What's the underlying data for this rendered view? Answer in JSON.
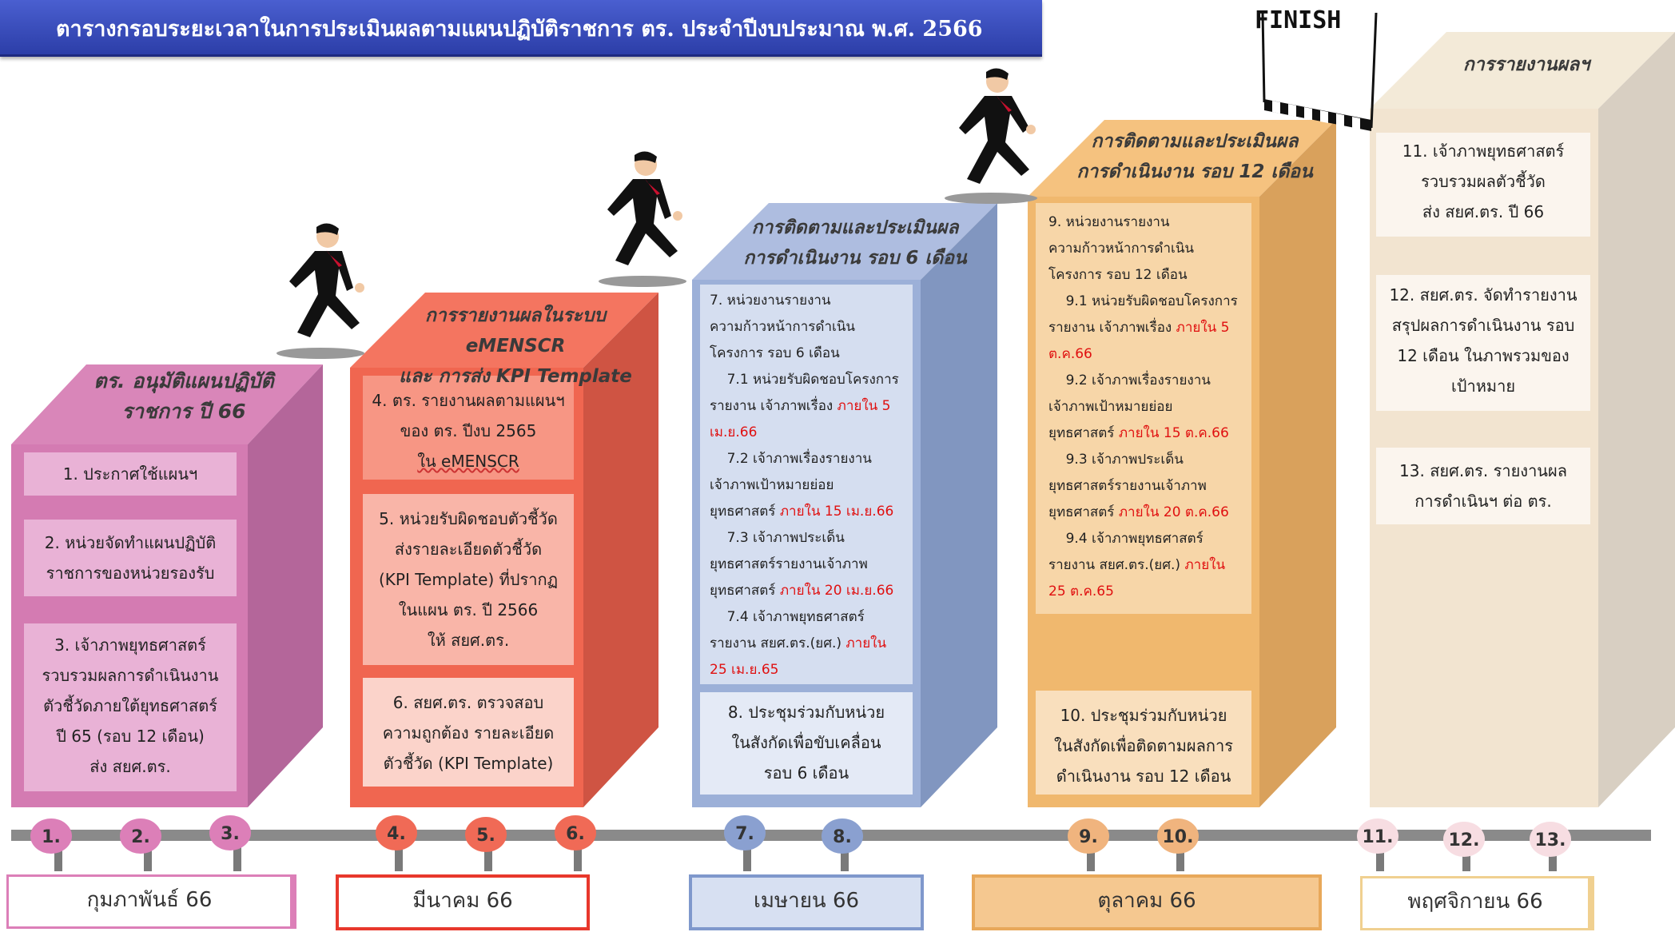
{
  "title": "ตารางกรอบระยะเวลาในการประเมินผลตามแผนปฏิบัติราชการ ตร. ประจำปีงบประมาณ พ.ศ. 2566",
  "finish_label": "FINISH",
  "columns": [
    {
      "header": [
        "ตร. อนุมัติแผนปฏิบัติ",
        "ราชการ ปี 66"
      ],
      "color": "#e08ac2",
      "items": [
        [
          "1. ประกาศใช้แผนฯ"
        ],
        [
          "2. หน่วยจัดทำแผนปฏิบัติ",
          "ราชการของหน่วยรองรับ"
        ],
        [
          "3. เจ้าภาพยุทธศาสตร์",
          "รวบรวมผลการดำเนินงาน",
          "ตัวชี้วัดภายใต้ยุทธศาสตร์",
          "ปี 65 (รอบ 12 เดือน)",
          "ส่ง สยศ.ตร."
        ]
      ]
    },
    {
      "header": [
        "การรายงานผลในระบบ eMENSCR",
        "และ การส่ง KPI Template"
      ],
      "color": "#f47f6d",
      "items": [
        [
          "4. ตร. รายงานผลตามแผนฯ",
          "ของ ตร. ปีงบ 2565",
          "ใน eMENSCR"
        ],
        [
          "5. หน่วยรับผิดชอบตัวชี้วัด",
          "ส่งรายละเอียดตัวชี้วัด",
          "(KPI Template) ที่ปรากฏ",
          "ในแผน ตร. ปี 2566",
          "ให้ สยศ.ตร."
        ],
        [
          "6. สยศ.ตร. ตรวจสอบ",
          "ความถูกต้อง รายละเอียด",
          "ตัวชี้วัด (KPI Template)"
        ]
      ]
    },
    {
      "header": [
        "การติดตามและประเมินผล",
        "การดำเนินงาน รอบ 6 เดือน"
      ],
      "color": "#a9bde0",
      "lines": [
        {
          "t": "7. หน่วยงานรายงาน"
        },
        {
          "t": "ความก้าวหน้าการดำเนิน"
        },
        {
          "t": "โครงการ รอบ 6 เดือน"
        },
        {
          "t": "    7.1 หน่วยรับผิดชอบโครงการ"
        },
        {
          "t": "รายงาน เจ้าภาพเรื่อง ",
          "r": "ภายใน 5"
        },
        {
          "r": "เม.ย.66"
        },
        {
          "t": "    7.2 เจ้าภาพเรื่องรายงาน"
        },
        {
          "t": "เจ้าภาพเป้าหมายย่อย"
        },
        {
          "t": "ยุทธศาสตร์ ",
          "r": "ภายใน 15 เม.ย.66"
        },
        {
          "t": "    7.3 เจ้าภาพประเด็น"
        },
        {
          "t": "ยุทธศาสตร์รายงานเจ้าภาพ"
        },
        {
          "t": "ยุทธศาสตร์ ",
          "r": "ภายใน 20 เม.ย.66"
        },
        {
          "t": "    7.4 เจ้าภาพยุทธศาสตร์"
        },
        {
          "t": "รายงาน สยศ.ตร.(ยศ.) ",
          "r": "ภายใน"
        },
        {
          "r": "25 เม.ย.65"
        }
      ],
      "items": [
        [
          "8. ประชุมร่วมกับหน่วย",
          "ในสังกัดเพื่อขับเคลื่อน",
          "รอบ 6 เดือน"
        ]
      ]
    },
    {
      "header": [
        "การติดตามและประเมินผล",
        "การดำเนินงาน รอบ 12 เดือน"
      ],
      "color": "#f5c78e",
      "lines": [
        {
          "t": "9. หน่วยงานรายงาน"
        },
        {
          "t": "ความก้าวหน้าการดำเนิน"
        },
        {
          "t": "โครงการ รอบ 12 เดือน"
        },
        {
          "t": "    9.1 หน่วยรับผิดชอบโครงการ"
        },
        {
          "t": "รายงาน เจ้าภาพเรื่อง ",
          "r": "ภายใน 5"
        },
        {
          "r": "ต.ค.66"
        },
        {
          "t": "    9.2 เจ้าภาพเรื่องรายงาน"
        },
        {
          "t": "เจ้าภาพเป้าหมายย่อย"
        },
        {
          "t": "ยุทธศาสตร์ ",
          "r": "ภายใน 15 ต.ค.66"
        },
        {
          "t": "    9.3 เจ้าภาพประเด็น"
        },
        {
          "t": "ยุทธศาสตร์รายงานเจ้าภาพ"
        },
        {
          "t": "ยุทธศาสตร์ ",
          "r": "ภายใน 20 ต.ค.66"
        },
        {
          "t": "    9.4 เจ้าภาพยุทธศาสตร์"
        },
        {
          "t": "รายงาน สยศ.ตร.(ยศ.) ",
          "r": "ภายใน"
        },
        {
          "r": "25 ต.ค.65"
        }
      ],
      "items": [
        [
          "10. ประชุมร่วมกับหน่วย",
          "ในสังกัดเพื่อติดตามผลการ",
          "ดำเนินงาน รอบ 12 เดือน"
        ]
      ]
    },
    {
      "header": [
        "การรายงานผลฯ"
      ],
      "color": "#f2e8dc",
      "items": [
        [
          "11. เจ้าภาพยุทธศาสตร์",
          "รวบรวมผลตัวชี้วัด",
          "ส่ง สยศ.ตร. ปี 66"
        ],
        [
          "12. สยศ.ตร. จัดทำรายงาน",
          "สรุปผลการดำเนินงาน รอบ",
          "12 เดือน ในภาพรวมของ",
          "เป้าหมาย"
        ],
        [
          "13. สยศ.ตร. รายงานผล",
          "การดำเนินฯ ต่อ ตร."
        ]
      ]
    }
  ],
  "steps": [
    "1.",
    "2.",
    "3.",
    "4.",
    "5.",
    "6.",
    "7.",
    "8.",
    "9.",
    "10.",
    "11.",
    "12.",
    "13."
  ],
  "months": [
    "กุมภาพันธ์ 66",
    "มีนาคม 66",
    "เมษายน 66",
    "ตุลาคม 66",
    "พฤศจิกายน 66"
  ]
}
